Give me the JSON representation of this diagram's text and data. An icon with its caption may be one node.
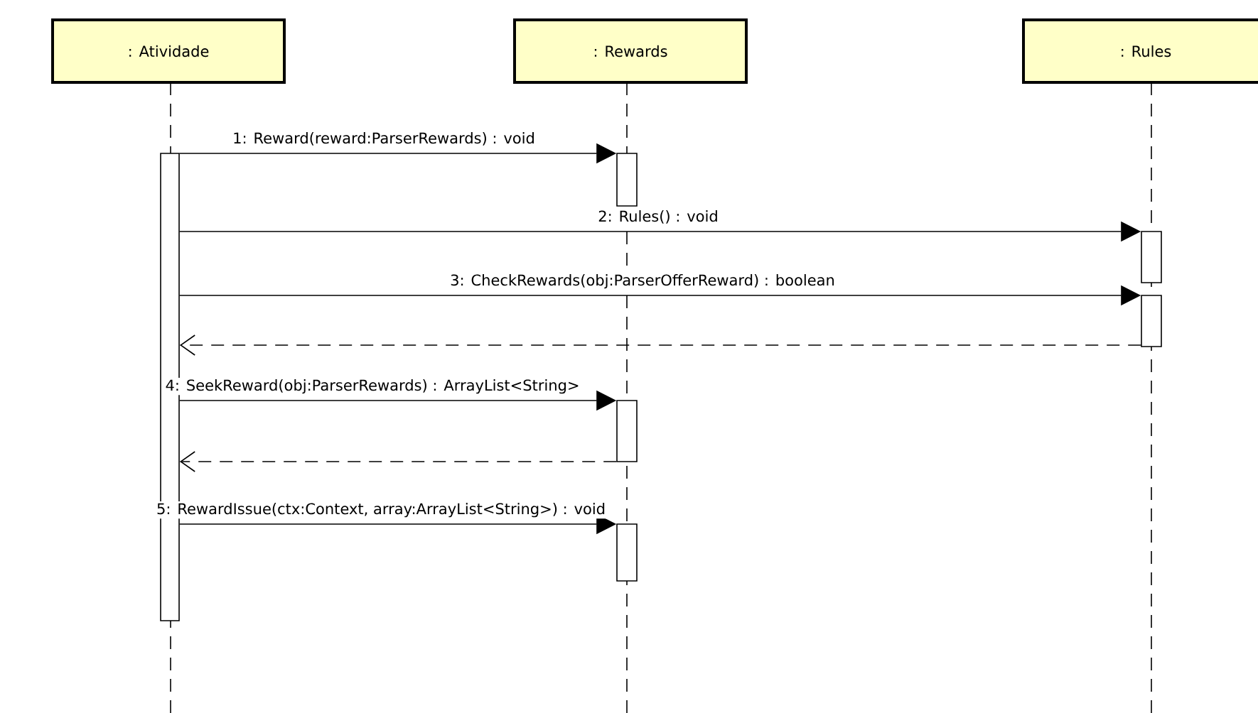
{
  "diagram": {
    "nodes": [
      {
        "text": [
          ": Atividade"
        ]
      },
      {
        "text": [
          ": Rewards"
        ]
      },
      {
        "text": [
          ": Rules"
        ]
      },
      {
        "text": [],
        "shape": "bar"
      },
      {
        "text": [],
        "shape": "bar"
      },
      {
        "text": [],
        "shape": "bar"
      },
      {
        "text": [],
        "shape": "bar"
      },
      {
        "text": [],
        "shape": "bar"
      },
      {
        "text": [],
        "shape": "bar"
      }
    ],
    "edges": [
      {
        "from": 3,
        "to": 4,
        "arrow": "to",
        "label": "1: Reward(reward:ParserRewards) : void"
      },
      {
        "from": 3,
        "to": 5,
        "arrow": "to",
        "label": "2: Rules() : void"
      },
      {
        "from": 3,
        "to": 6,
        "arrow": "to",
        "label": "3: CheckRewards(obj:ParserOfferReward) : boolean"
      },
      {
        "from": 6,
        "to": 3,
        "arrow": "to",
        "style": "dashed"
      },
      {
        "from": 3,
        "to": 7,
        "arrow": "to",
        "label": "4: SeekReward(obj:ParserRewards) : ArrayList<String>"
      },
      {
        "from": 7,
        "to": 3,
        "arrow": "to",
        "style": "dashed"
      },
      {
        "from": 3,
        "to": 8,
        "arrow": "to",
        "label": "5: RewardIssue(ctx:Context, array:ArrayList<String>) : void"
      }
    ]
  }
}
